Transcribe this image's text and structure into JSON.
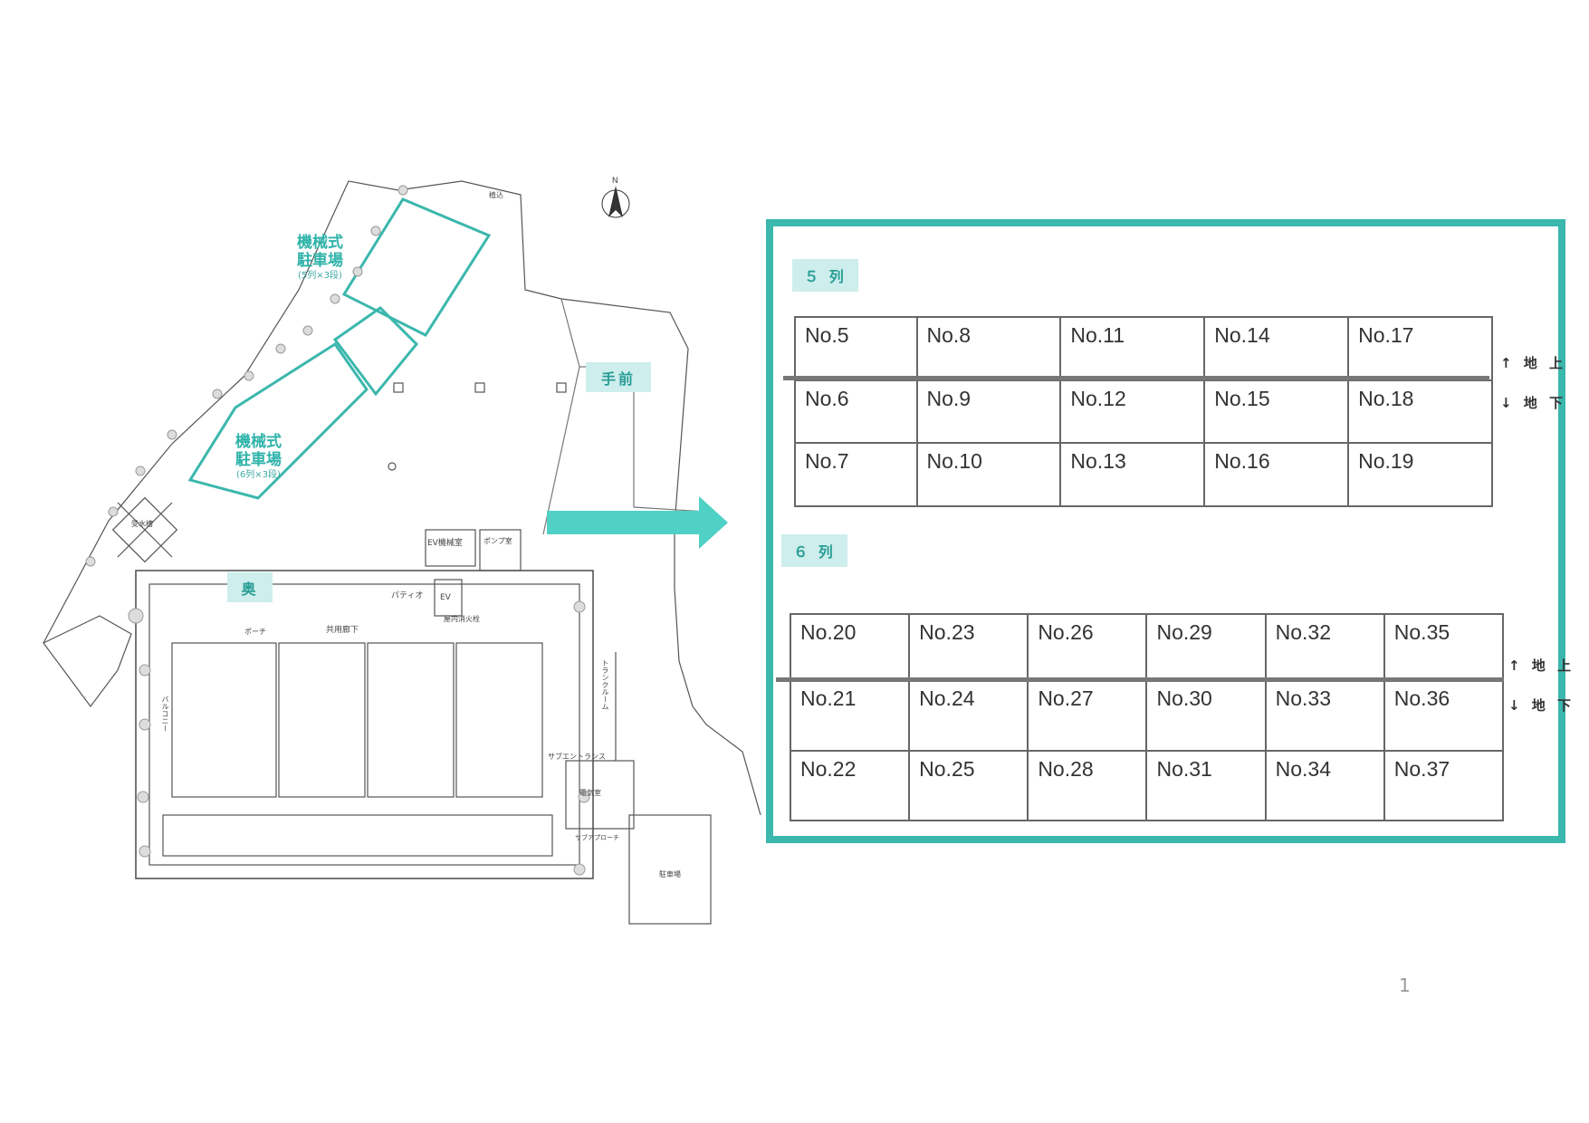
{
  "floor_plan": {
    "parking_upper": {
      "title_line1": "機械式",
      "title_line2": "駐車場",
      "spec": "(5列×3段)"
    },
    "parking_lower": {
      "title_line1": "機械式",
      "title_line2": "駐車場",
      "spec": "(6列×3段)"
    },
    "front_tag": "手前",
    "back_tag": "奥",
    "room_labels": {
      "ev_machine": "EV機械室",
      "pump": "ポンプ室",
      "ev": "EV",
      "patio": "パティオ",
      "corridor": "共用廊下",
      "balcony": "バルコニー",
      "trunk_room": "トランクルーム",
      "sub_entrance": "サブエントランス",
      "electric_room": "電気室",
      "approach": "サブアプローチ",
      "parking_lot": "駐車場",
      "planting": "植込",
      "water_tank": "受水槽",
      "porch": "ポーチ",
      "fire_hydrant": "屋内消火栓"
    }
  },
  "panel": {
    "group1": {
      "label": "５ 列",
      "rows": [
        [
          "No.5",
          "No.8",
          "No.11",
          "No.14",
          "No.17"
        ],
        [
          "No.6",
          "No.9",
          "No.12",
          "No.15",
          "No.18"
        ],
        [
          "No.7",
          "No.10",
          "No.13",
          "No.16",
          "No.19"
        ]
      ],
      "above": "↑ 地 上",
      "below": "↓ 地 下"
    },
    "group2": {
      "label": "６ 列",
      "rows": [
        [
          "No.20",
          "No.23",
          "No.26",
          "No.29",
          "No.32",
          "No.35"
        ],
        [
          "No.21",
          "No.24",
          "No.27",
          "No.30",
          "No.33",
          "No.36"
        ],
        [
          "No.22",
          "No.25",
          "No.28",
          "No.31",
          "No.34",
          "No.37"
        ]
      ],
      "above": "↑ 地 上",
      "below": "↓ 地 下"
    }
  },
  "page_number": "1",
  "colors": {
    "accent": "#3bb7ad",
    "arrow": "#4fd1c5",
    "tag_bg": "#cdeeec"
  },
  "icons": {
    "compass": "north-arrow-icon",
    "pointer": "right-arrow-icon"
  }
}
